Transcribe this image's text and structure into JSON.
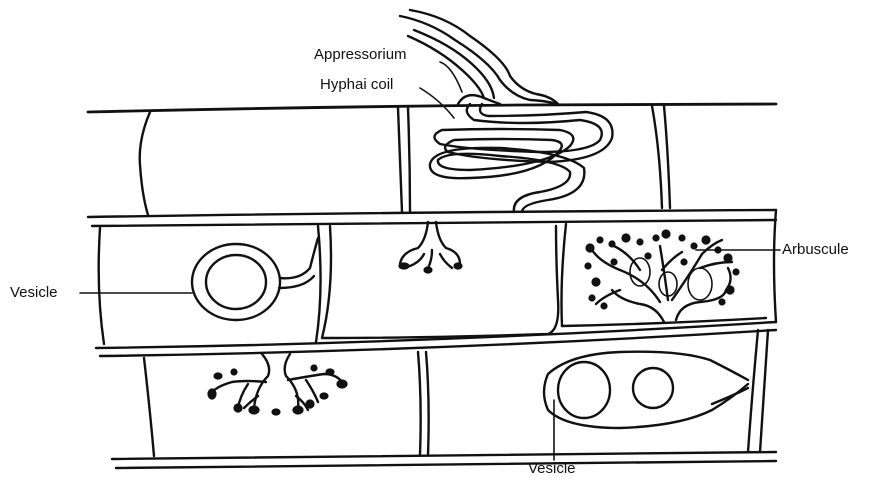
{
  "labels": {
    "appressorium": "Appressorium",
    "hyphal_coil": "Hyphai coil",
    "arbuscule": "Arbuscule",
    "vesicle_left": "Vesicle",
    "vesicle_bottom": "Vesicle"
  },
  "colors": {
    "line": "#111111",
    "background": "#ffffff"
  }
}
